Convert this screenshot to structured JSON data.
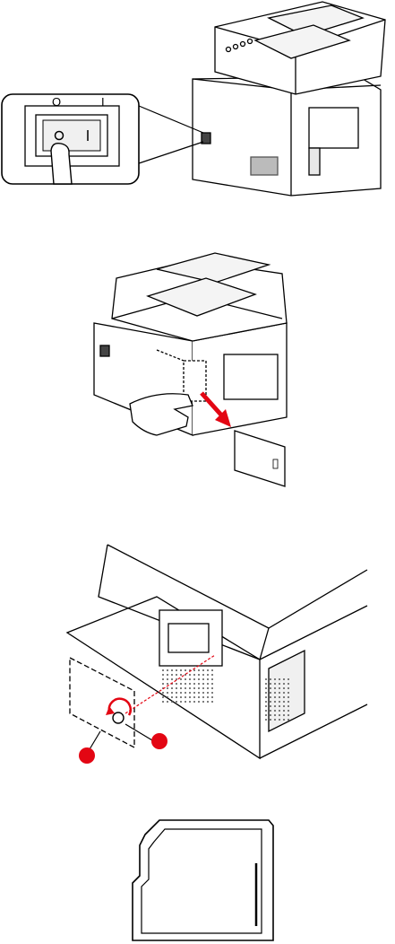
{
  "figure": {
    "panels": [
      {
        "id": "power-switch",
        "switch_labels": {
          "off": "O",
          "on": "I"
        }
      },
      {
        "id": "remove-side-cover"
      },
      {
        "id": "remove-memory-cover-screw"
      },
      {
        "id": "sd-card"
      }
    ],
    "colors": {
      "line": "#000000",
      "accent_red": "#e30613",
      "fill_light": "#ffffff",
      "shade": "#cccccc"
    }
  }
}
